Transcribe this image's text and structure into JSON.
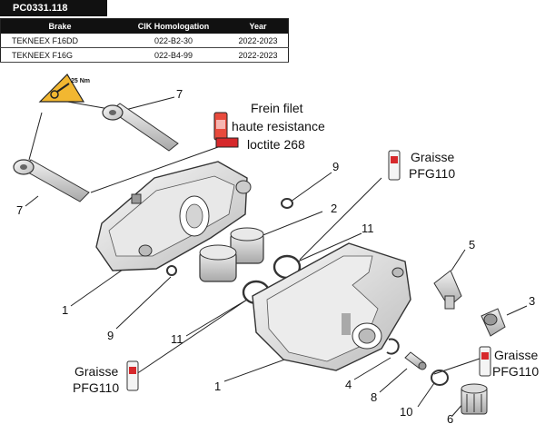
{
  "part_code": "PC0331.118",
  "table": {
    "headers": [
      "Brake",
      "CIK Homologation",
      "Year"
    ],
    "rows": [
      [
        "TEKNEEX F16DD",
        "022-B2-30",
        "2022-2023"
      ],
      [
        "TEKNEEX F16G",
        "022-B4-99",
        "2022-2023"
      ]
    ]
  },
  "torque": "25 Nm",
  "notes": {
    "thread_lock": [
      "Frein filet",
      "haute resistance",
      "loctite 268"
    ],
    "grease_top": [
      "Graisse",
      "PFG110"
    ],
    "grease_left": [
      "Graisse",
      "PFG110"
    ],
    "grease_right": [
      "Graisse",
      "PFG110"
    ]
  },
  "callouts": {
    "c7a": "7",
    "c7b": "7",
    "c9a": "9",
    "c9b": "9",
    "c2": "2",
    "c11a": "11",
    "c11b": "11",
    "c1a": "1",
    "c1b": "1",
    "c5": "5",
    "c3": "3",
    "c4": "4",
    "c8": "8",
    "c10": "10",
    "c6": "6"
  },
  "colors": {
    "accent_red": "#d6282b",
    "torque_yellow": "#f2b731"
  }
}
